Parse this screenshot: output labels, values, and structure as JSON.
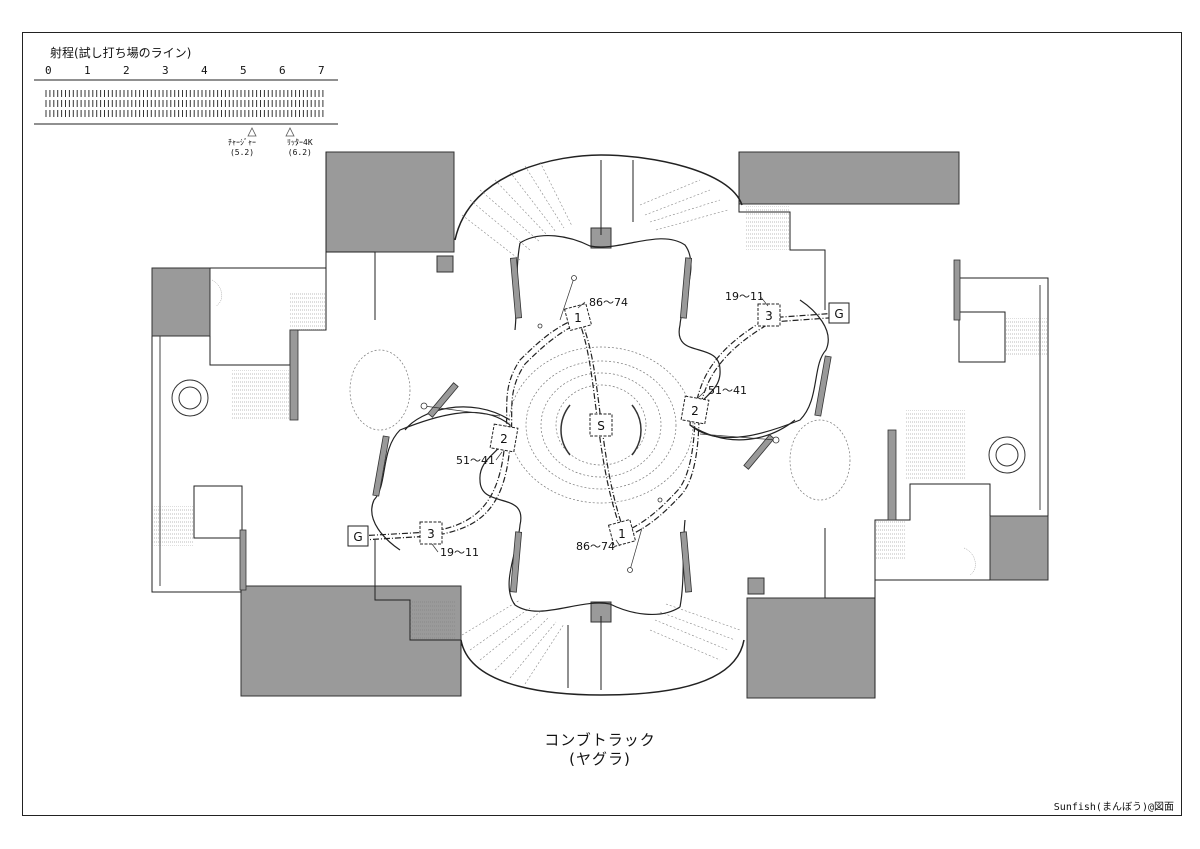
{
  "scale": {
    "title": "射程(試し打ち場のライン)",
    "numbers": [
      "0",
      "1",
      "2",
      "3",
      "4",
      "5",
      "6",
      "7"
    ]
  },
  "weapons": [
    {
      "name": "ﾁｬｰｼﾞｬｰ",
      "value": "(5.2)"
    },
    {
      "name": "ﾘｯﾀｰ4K",
      "value": "(6.2)"
    }
  ],
  "map": {
    "title_line1": "コンブトラック",
    "title_line2": "(ヤグラ)",
    "checkpoints": {
      "start": "S",
      "goal": "G",
      "cp1": "1",
      "cp2": "2",
      "cp3": "3"
    },
    "ranges": {
      "r1": "86～74",
      "r2": "51～41",
      "r3": "19～11"
    }
  },
  "credit": "Sunfish(まんぼう)@図面"
}
